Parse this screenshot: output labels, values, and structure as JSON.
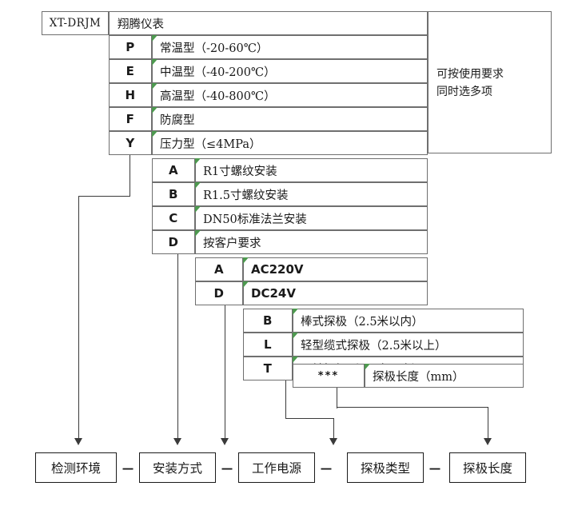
{
  "model": {
    "series_code": "XT-DRJM",
    "brand": "翔腾仪表"
  },
  "note": {
    "text_line1": "可按使用要求",
    "text_line2": "同时选多项"
  },
  "groups": [
    {
      "name": "detection-environment",
      "rows": [
        {
          "code": "P",
          "desc": "常温型（-20-60℃）"
        },
        {
          "code": "E",
          "desc": "中温型（-40-200℃）"
        },
        {
          "code": "H",
          "desc": "高温型（-40-800℃）"
        },
        {
          "code": "F",
          "desc": "防腐型"
        },
        {
          "code": "Y",
          "desc": "压力型（≤4MPa）"
        }
      ]
    },
    {
      "name": "installation-method",
      "rows": [
        {
          "code": "A",
          "desc": "R1寸螺纹安装"
        },
        {
          "code": "B",
          "desc": "R1.5寸螺纹安装"
        },
        {
          "code": "C",
          "desc": "DN50标准法兰安装"
        },
        {
          "code": "D",
          "desc": "按客户要求"
        }
      ]
    },
    {
      "name": "working-power",
      "rows": [
        {
          "code": "A",
          "desc": "AC220V"
        },
        {
          "code": "D",
          "desc": "DC24V"
        }
      ]
    },
    {
      "name": "probe-type",
      "rows": [
        {
          "code": "B",
          "desc": "棒式探极（2.5米以内）"
        },
        {
          "code": "L",
          "desc": "轻型缆式探极（2.5米以上）"
        },
        {
          "code": "T",
          "desc": "同轴探极（2.5米以内）"
        }
      ]
    },
    {
      "name": "probe-length",
      "rows": [
        {
          "code": "***",
          "desc": "探极长度（mm）"
        }
      ]
    }
  ],
  "legend": {
    "boxes": [
      "检测环境",
      "安装方式",
      "工作电源",
      "探极类型",
      "探极长度"
    ],
    "separator": "－"
  }
}
